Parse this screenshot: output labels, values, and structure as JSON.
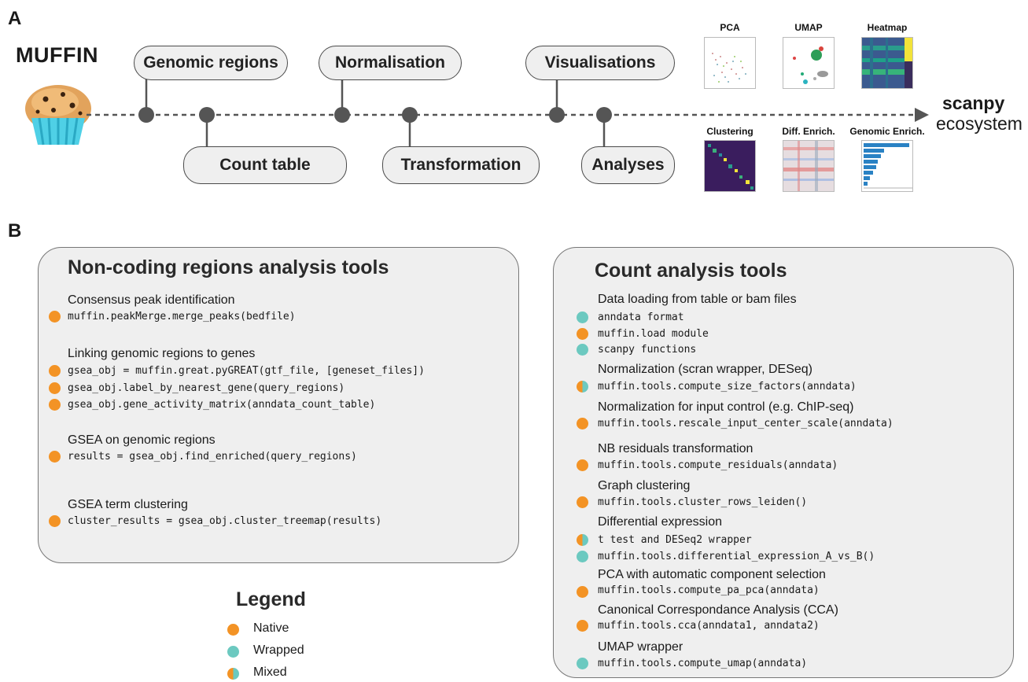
{
  "panel_a": {
    "letter": "A",
    "brand": "MUFFIN",
    "steps_top": [
      "Genomic regions",
      "Normalisation",
      "Visualisations"
    ],
    "steps_bottom": [
      "Count table",
      "Transformation",
      "Analyses"
    ],
    "target_bold": "scanpy",
    "target_rest": "ecosystem",
    "thumbs_top": [
      "PCA",
      "UMAP",
      "Heatmap"
    ],
    "thumbs_bottom": [
      "Clustering",
      "Diff. Enrich.",
      "Genomic Enrich."
    ]
  },
  "panel_b": {
    "letter": "B",
    "noncoding": {
      "title": "Non-coding regions analysis tools",
      "sections": [
        {
          "desc": "Consensus peak identification",
          "items": [
            {
              "code": "muffin.peakMerge.merge_peaks(bedfile)",
              "kind": "native"
            }
          ]
        },
        {
          "desc": "Linking genomic regions to genes",
          "items": [
            {
              "code": "gsea_obj = muffin.great.pyGREAT(gtf_file, [geneset_files])",
              "kind": "native"
            },
            {
              "code": "gsea_obj.label_by_nearest_gene(query_regions)",
              "kind": "native"
            },
            {
              "code": "gsea_obj.gene_activity_matrix(anndata_count_table)",
              "kind": "native"
            }
          ]
        },
        {
          "desc": "GSEA on genomic regions",
          "items": [
            {
              "code": "results = gsea_obj.find_enriched(query_regions)",
              "kind": "native"
            }
          ]
        },
        {
          "desc": "GSEA term clustering",
          "items": [
            {
              "code": "cluster_results = gsea_obj.cluster_treemap(results)",
              "kind": "native"
            }
          ]
        }
      ]
    },
    "count": {
      "title": "Count analysis tools",
      "sections": [
        {
          "desc": "Data loading from table or bam files",
          "items": [
            {
              "code": "anndata format",
              "kind": "wrapped"
            },
            {
              "code": "muffin.load module",
              "kind": "native"
            },
            {
              "code": "scanpy functions",
              "kind": "wrapped"
            }
          ]
        },
        {
          "desc": "Normalization (scran wrapper, DESeq)",
          "items": [
            {
              "code": "muffin.tools.compute_size_factors(anndata)",
              "kind": "mixed"
            }
          ]
        },
        {
          "desc": "Normalization for input control (e.g. ChIP-seq)",
          "items": [
            {
              "code": "muffin.tools.rescale_input_center_scale(anndata)",
              "kind": "native"
            }
          ]
        },
        {
          "desc": "NB residuals transformation",
          "items": [
            {
              "code": "muffin.tools.compute_residuals(anndata)",
              "kind": "native"
            }
          ]
        },
        {
          "desc": "Graph clustering",
          "items": [
            {
              "code": "muffin.tools.cluster_rows_leiden()",
              "kind": "native"
            }
          ]
        },
        {
          "desc": "Differential expression",
          "items": [
            {
              "code": "t test and DESeq2 wrapper",
              "kind": "mixed"
            },
            {
              "code": "muffin.tools.differential_expression_A_vs_B()",
              "kind": "wrapped"
            }
          ]
        },
        {
          "desc": "PCA with automatic component selection",
          "items": [
            {
              "code": "muffin.tools.compute_pa_pca(anndata)",
              "kind": "native"
            }
          ]
        },
        {
          "desc": "Canonical Correspondance Analysis (CCA)",
          "items": [
            {
              "code": "muffin.tools.cca(anndata1, anndata2)",
              "kind": "native"
            }
          ]
        },
        {
          "desc": "UMAP wrapper",
          "items": [
            {
              "code": "muffin.tools.compute_umap(anndata)",
              "kind": "wrapped"
            }
          ]
        }
      ]
    },
    "legend": {
      "title": "Legend",
      "items": [
        {
          "label": "Native",
          "kind": "native"
        },
        {
          "label": "Wrapped",
          "kind": "wrapped"
        },
        {
          "label": "Mixed",
          "kind": "mixed"
        }
      ]
    }
  },
  "colors": {
    "native": "#f39325",
    "wrapped": "#6cc9c0",
    "line": "#555555",
    "box_bg": "#efefef"
  }
}
